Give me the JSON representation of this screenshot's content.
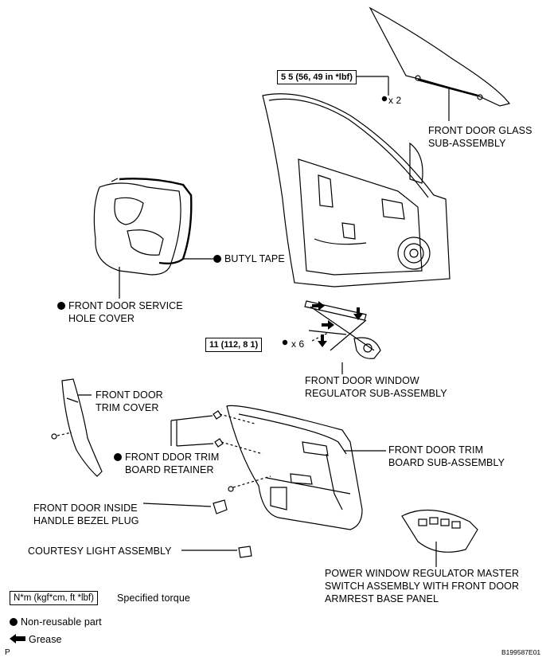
{
  "labels": {
    "glass_line1": "FRONT DOOR GLASS",
    "glass_line2": "SUB-ASSEMBLY",
    "butyl_tape": "BUTYL TAPE",
    "service_line1": "FRONT DOOR SERVICE",
    "service_line2": "HOLE COVER",
    "regulator_line1": "FRONT DOOR WINDOW",
    "regulator_line2": "REGULATOR SUB-ASSEMBLY",
    "trim_cover_line1": "FRONT DOOR",
    "trim_cover_line2": "TRIM COVER",
    "retainer_line1": "FRONT DDOR TRIM",
    "retainer_line2": "BOARD RETAINER",
    "trim_board_line1": "FRONT DOOR TRIM",
    "trim_board_line2": "BOARD SUB-ASSEMBLY",
    "bezel_line1": "FRONT DOOR INSIDE",
    "bezel_line2": "HANDLE BEZEL PLUG",
    "courtesy_light": "COURTESY LIGHT ASSEMBLY",
    "pw_line1": "POWER WINDOW REGULATOR MASTER",
    "pw_line2": "SWITCH ASSEMBLY WITH FRONT DOOR",
    "pw_line3": "ARMREST BASE PANEL"
  },
  "torques": {
    "glass_bolts": "5 5 (56, 49 in *lbf)",
    "glass_qty": "x 2",
    "regulator_bolts": "11 (112, 8 1)",
    "regulator_qty": "x 6"
  },
  "legend": {
    "torque_box": "N*m (kgf*cm, ft *lbf)",
    "torque_desc": "Specified torque",
    "nonreusable": "Non-reusable part",
    "grease": "Grease"
  },
  "footer": {
    "left": "P",
    "code": "B199587E01"
  },
  "colors": {
    "ink": "#000000",
    "paper": "#ffffff"
  }
}
